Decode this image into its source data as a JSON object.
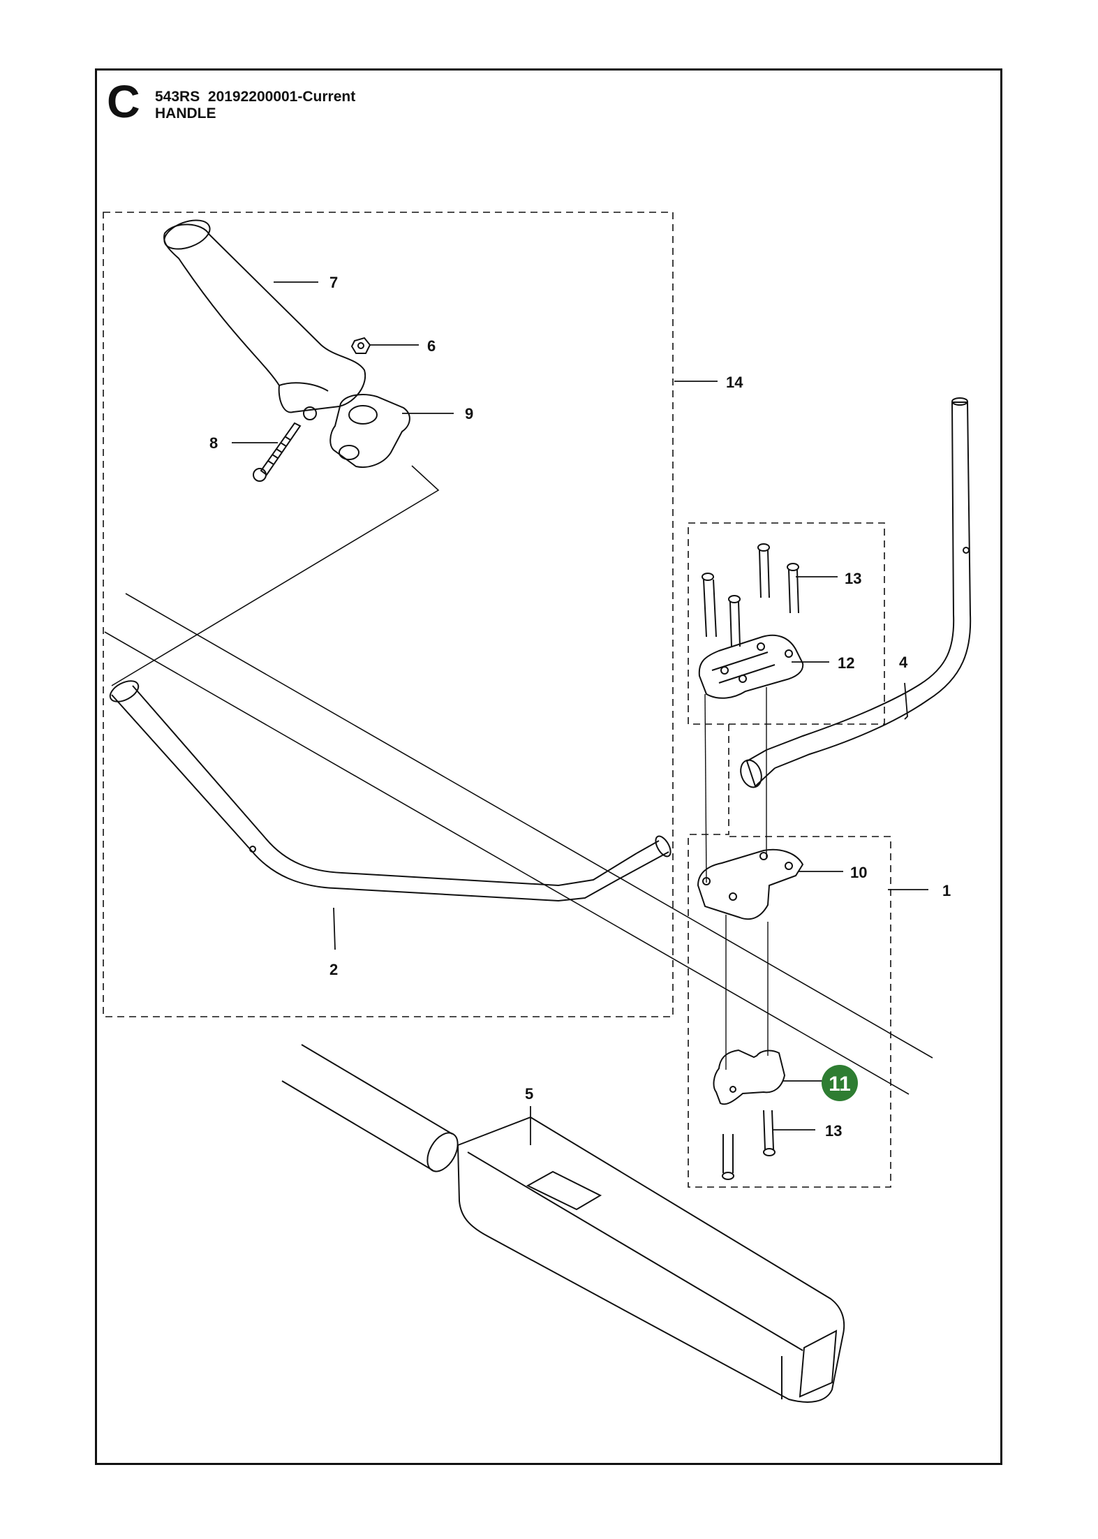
{
  "header": {
    "section_letter": "C",
    "model": "543RS",
    "serial": "20192200001-Current",
    "title": "HANDLE"
  },
  "colors": {
    "highlight": "#2e7d32",
    "line": "#111111"
  },
  "callouts": {
    "c1": "1",
    "c2": "2",
    "c4": "4",
    "c5": "5",
    "c6": "6",
    "c7": "7",
    "c8": "8",
    "c9": "9",
    "c10": "10",
    "c11": "11",
    "c12": "12",
    "c13a": "13",
    "c13b": "13",
    "c14": "14"
  },
  "highlighted_part": "11"
}
